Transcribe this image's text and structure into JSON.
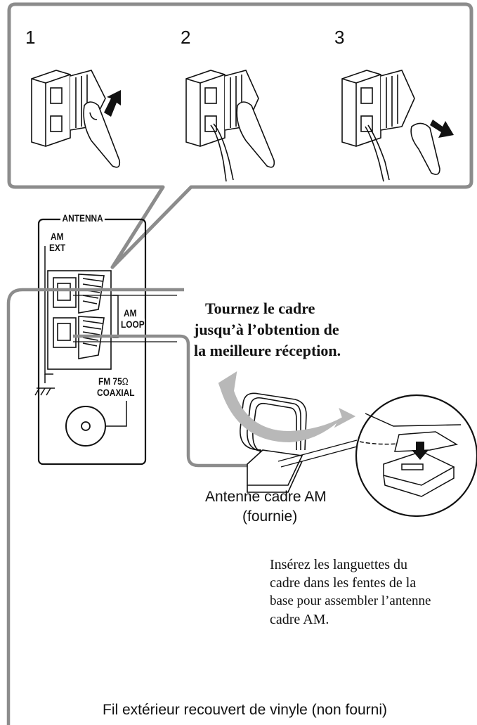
{
  "steps": {
    "s1": "1",
    "s2": "2",
    "s3": "3"
  },
  "panel": {
    "title": "ANTENNA",
    "am_ext_line1": "AM",
    "am_ext_line2": "EXT",
    "am_loop_line1": "AM",
    "am_loop_line2": "LOOP",
    "fm_line1": "FM 75",
    "fm_ohm": "Ω",
    "fm_line2": "COAXIAL"
  },
  "rotate_text": {
    "line1": "Tournez le cadre",
    "line2": "jusqu’à l’obtention de",
    "line3": "la meilleure réception."
  },
  "antenna_caption": {
    "line1": "Antenne cadre AM",
    "line2": "(fournie)"
  },
  "insert_text": {
    "line1": "Insérez les languettes du",
    "line2": "cadre dans les fentes de la",
    "line3": "base pour assembler l’antenne",
    "line4": "cadre AM."
  },
  "wire_caption": "Fil extérieur recouvert de vinyle (non fourni)",
  "colors": {
    "frame_gray": "#8c8c8c",
    "line": "#111111"
  }
}
